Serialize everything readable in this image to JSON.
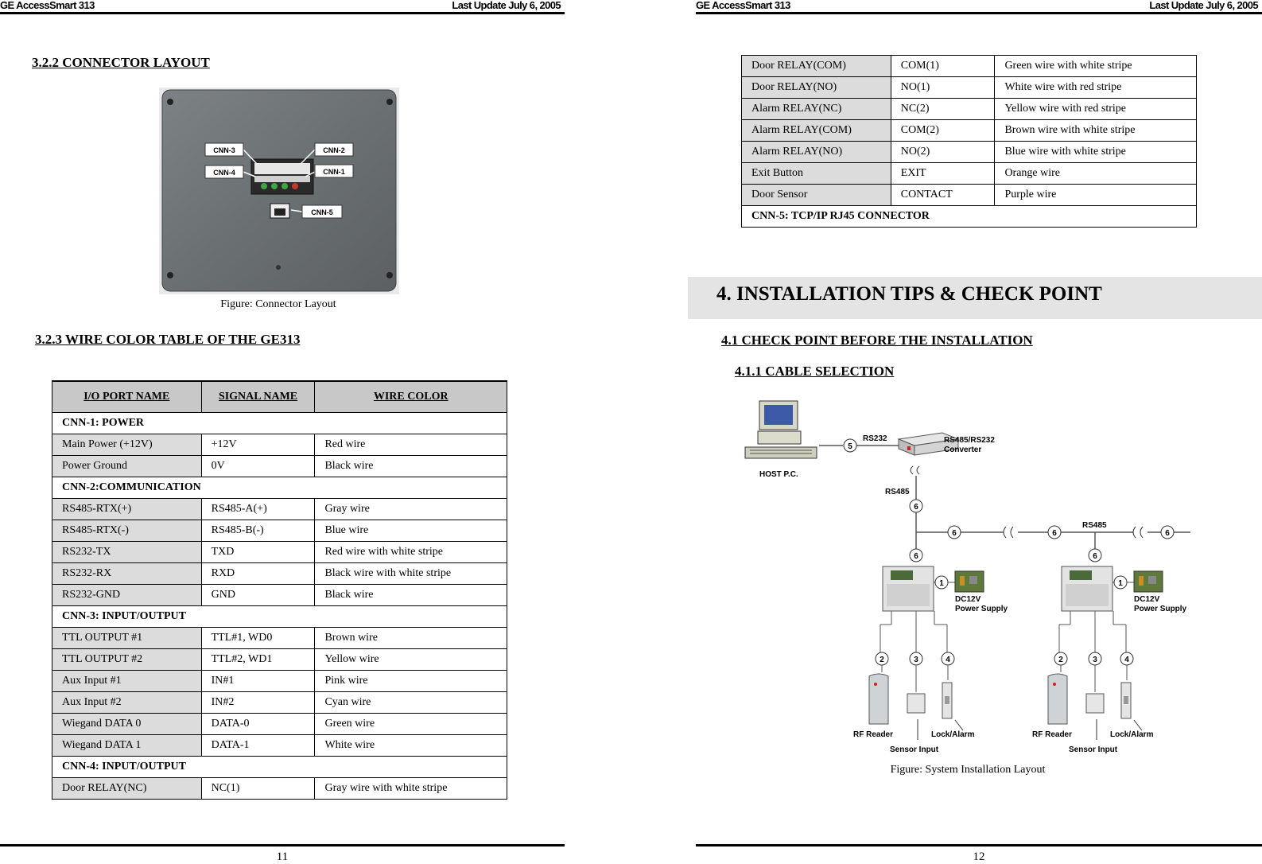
{
  "left_page": {
    "header_left": "GE AccessSmart 313",
    "header_right": "Last Update July 6, 2005",
    "section_connector": "3.2.2 CONNECTOR LAYOUT",
    "connector_labels": [
      "CNN-3",
      "CNN-2",
      "CNN-4",
      "CNN-1",
      "CNN-5"
    ],
    "figure_caption": "Figure: Connector Layout",
    "section_wire": "3.2.3 WIRE COLOR TABLE OF THE GE313",
    "table_headers": [
      "I/O PORT NAME",
      "SIGNAL NAME",
      "WIRE COLOR"
    ],
    "rows": [
      {
        "group": "CNN-1: POWER"
      },
      {
        "cells": [
          "Main Power (+12V)",
          "+12V",
          "Red wire"
        ]
      },
      {
        "cells": [
          "Power Ground",
          "0V",
          "Black wire"
        ]
      },
      {
        "group": "CNN-2:COMMUNICATION"
      },
      {
        "cells": [
          "RS485-RTX(+)",
          "RS485-A(+)",
          "Gray wire"
        ]
      },
      {
        "cells": [
          "RS485-RTX(-)",
          "RS485-B(-)",
          "Blue wire"
        ]
      },
      {
        "cells": [
          "RS232-TX",
          "TXD",
          "Red wire with white stripe"
        ]
      },
      {
        "cells": [
          "RS232-RX",
          "RXD",
          "Black wire with white stripe"
        ]
      },
      {
        "cells": [
          "RS232-GND",
          "GND",
          "Black wire"
        ]
      },
      {
        "group": "CNN-3: INPUT/OUTPUT"
      },
      {
        "cells": [
          "TTL OUTPUT #1",
          "TTL#1, WD0",
          "Brown wire"
        ]
      },
      {
        "cells": [
          "TTL OUTPUT #2",
          "TTL#2, WD1",
          "Yellow wire"
        ]
      },
      {
        "cells": [
          "Aux Input #1",
          "IN#1",
          "Pink wire"
        ]
      },
      {
        "cells": [
          "Aux Input #2",
          "IN#2",
          "Cyan wire"
        ]
      },
      {
        "cells": [
          "Wiegand DATA 0",
          "DATA-0",
          "Green wire"
        ]
      },
      {
        "cells": [
          "Wiegand DATA 1",
          "DATA-1",
          "White wire"
        ]
      },
      {
        "group": "CNN-4: INPUT/OUTPUT"
      },
      {
        "cells": [
          "Door RELAY(NC)",
          "NC(1)",
          "Gray wire with white stripe"
        ]
      }
    ],
    "page_number": "11"
  },
  "right_page": {
    "header_left": "GE AccessSmart 313",
    "header_right": "Last Update July 6, 2005",
    "rows": [
      {
        "cells": [
          "Door RELAY(COM)",
          "COM(1)",
          "Green wire with white stripe"
        ]
      },
      {
        "cells": [
          "Door RELAY(NO)",
          "NO(1)",
          "White wire with red stripe"
        ]
      },
      {
        "cells": [
          "Alarm RELAY(NC)",
          "NC(2)",
          "Yellow wire with red stripe"
        ]
      },
      {
        "cells": [
          "Alarm RELAY(COM)",
          "COM(2)",
          "Brown wire with white stripe"
        ]
      },
      {
        "cells": [
          "Alarm RELAY(NO)",
          "NO(2)",
          "Blue wire with white stripe"
        ]
      },
      {
        "cells": [
          "Exit Button",
          "EXIT",
          "Orange wire"
        ]
      },
      {
        "cells": [
          "Door Sensor",
          "CONTACT",
          "Purple wire"
        ]
      },
      {
        "group": "CNN-5: TCP/IP RJ45 CONNECTOR"
      }
    ],
    "chapter_title": "4. INSTALLATION TIPS & CHECK POINT",
    "section_check": "4.1 CHECK POINT BEFORE THE INSTALLATION",
    "section_cable": "4.1.1 CABLE SELECTION",
    "diagram": {
      "host_label": "HOST P.C.",
      "rs232": "RS232",
      "converter": [
        "RS485/RS232",
        "Converter"
      ],
      "rs485_vertical": "RS485",
      "rs485_bus": "RS485",
      "power_supply": [
        "DC12V",
        "Power Supply"
      ],
      "rf_reader": "RF Reader",
      "sensor_input": "Sensor Input",
      "lock_alarm": "Lock/Alarm",
      "markers": [
        "1",
        "2",
        "3",
        "4",
        "5",
        "6"
      ]
    },
    "figure_caption": "Figure: System Installation Layout",
    "page_number": "12"
  }
}
